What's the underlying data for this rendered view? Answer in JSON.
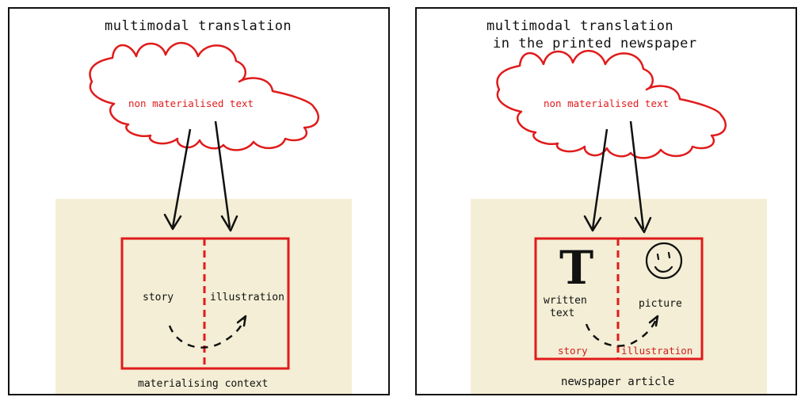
{
  "left_panel": {
    "title": "multimodal translation",
    "cloud_text": "non materialised text",
    "story_label": "story",
    "illustration_label": "illustration",
    "context_label": "materialising context"
  },
  "right_panel": {
    "title_line1": "multimodal translation",
    "title_line2": "in the printed newspaper",
    "cloud_text": "non materialised text",
    "big_letter": "T",
    "written_text_line1": "written",
    "written_text_line2": "text",
    "picture_label": "picture",
    "story_label": "story",
    "illustration_label": "illustration",
    "context_label": "newspaper article"
  },
  "colors": {
    "frame_red": "#e01b1b",
    "context_background": "#f3eed5",
    "ink": "#111111",
    "border": "#111111"
  }
}
